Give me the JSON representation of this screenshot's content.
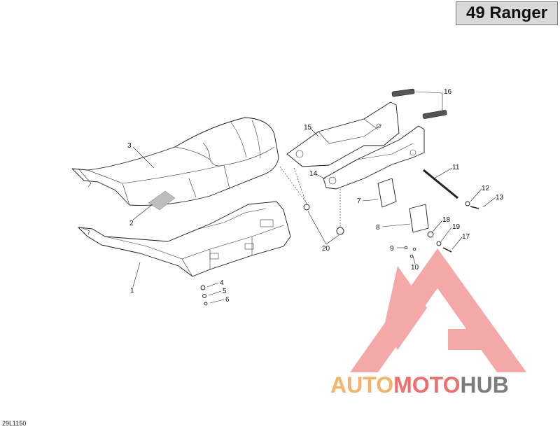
{
  "model": "49 Ranger",
  "diagram_code": "29L1150",
  "watermark": {
    "part1": "AUTO",
    "part2": "MOTO",
    "part3": "HUB",
    "colors": {
      "auto": "#f3b36a",
      "moto": "#ef6f6f",
      "hub": "#7d7d7d",
      "logo": "#f28b8b"
    }
  },
  "callouts": [
    "1",
    "2",
    "3",
    "4",
    "5",
    "6",
    "7",
    "8",
    "9",
    "10",
    "11",
    "12",
    "13",
    "16",
    "15",
    "14",
    "17",
    "18",
    "19",
    "20"
  ]
}
